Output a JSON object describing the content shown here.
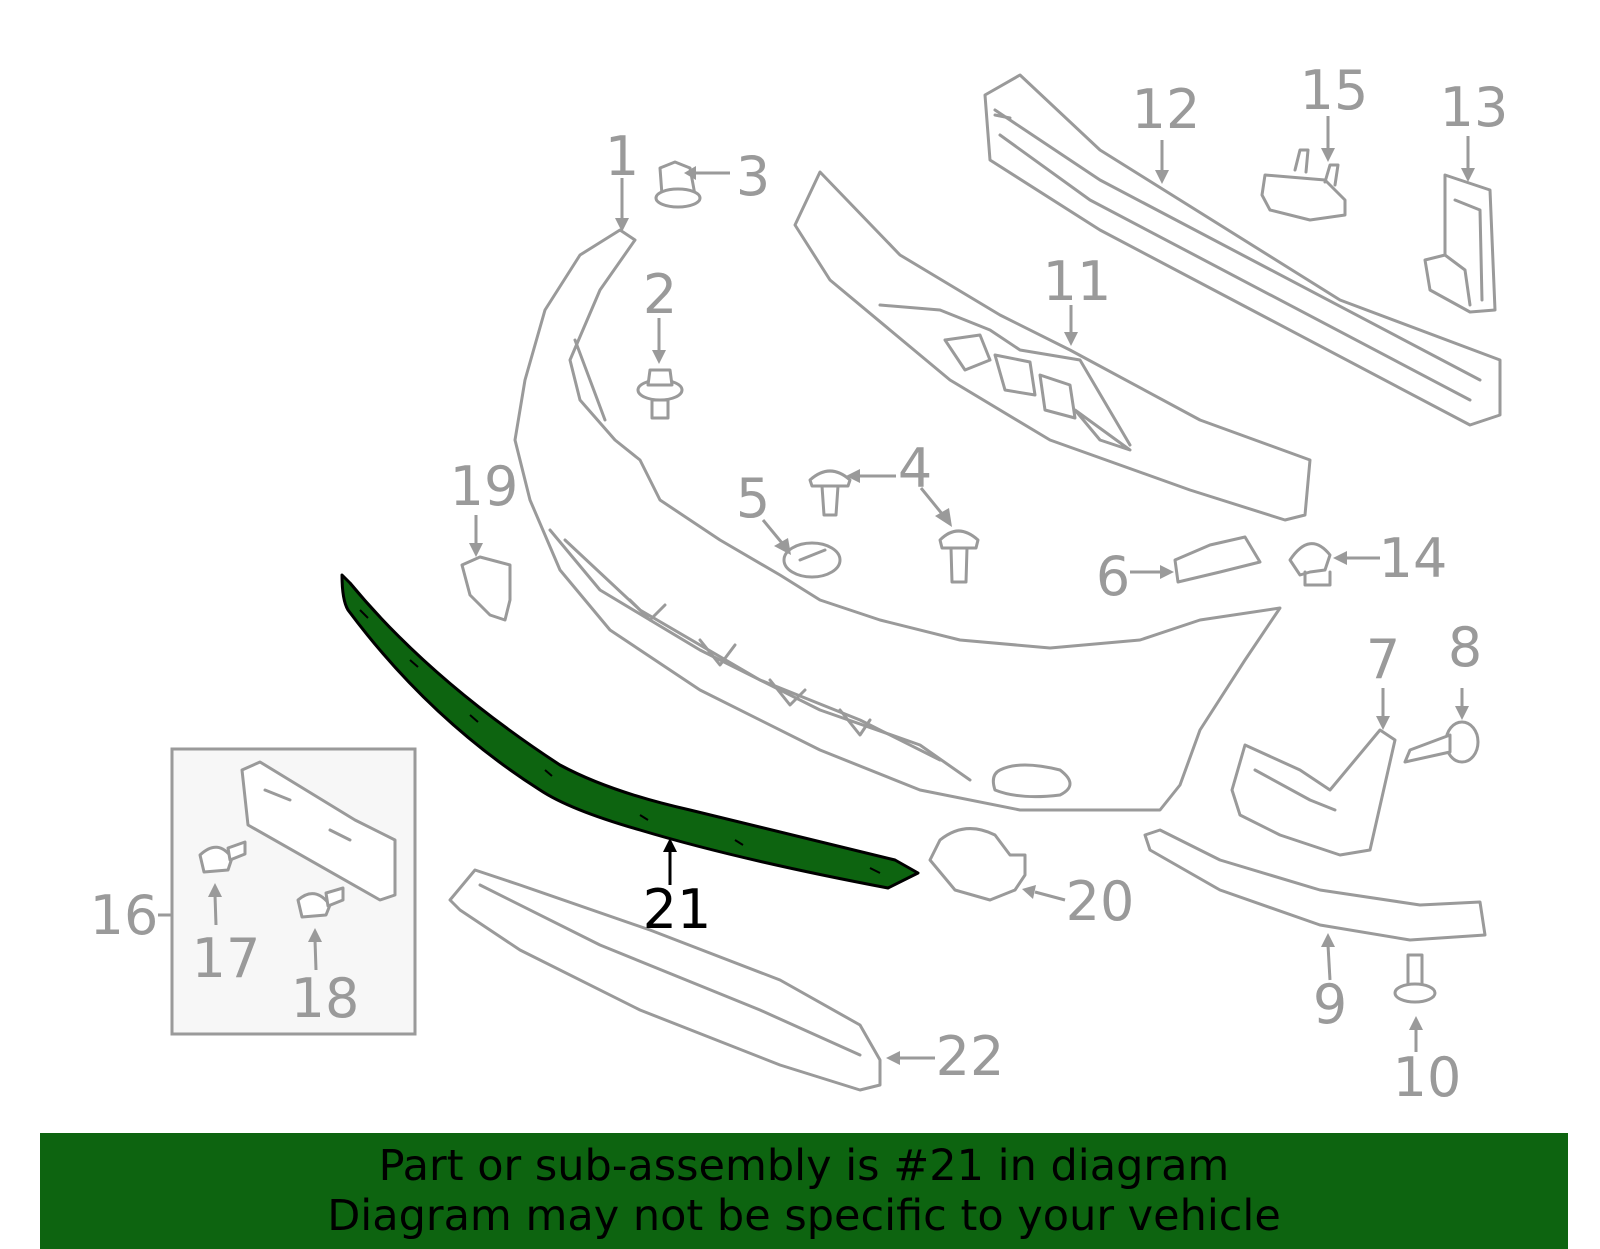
{
  "diagram": {
    "callouts": [
      {
        "id": "1",
        "label": "1"
      },
      {
        "id": "2",
        "label": "2"
      },
      {
        "id": "3",
        "label": "3"
      },
      {
        "id": "4",
        "label": "4"
      },
      {
        "id": "5",
        "label": "5"
      },
      {
        "id": "6",
        "label": "6"
      },
      {
        "id": "7",
        "label": "7"
      },
      {
        "id": "8",
        "label": "8"
      },
      {
        "id": "9",
        "label": "9"
      },
      {
        "id": "10",
        "label": "10"
      },
      {
        "id": "11",
        "label": "11"
      },
      {
        "id": "12",
        "label": "12"
      },
      {
        "id": "13",
        "label": "13"
      },
      {
        "id": "14",
        "label": "14"
      },
      {
        "id": "15",
        "label": "15"
      },
      {
        "id": "16",
        "label": "16"
      },
      {
        "id": "17",
        "label": "17"
      },
      {
        "id": "18",
        "label": "18"
      },
      {
        "id": "19",
        "label": "19"
      },
      {
        "id": "20",
        "label": "20"
      },
      {
        "id": "21",
        "label": "21"
      },
      {
        "id": "22",
        "label": "22"
      }
    ],
    "highlighted_part": "21",
    "colors": {
      "outline": "#9a9a9a",
      "highlight_fill": "#0d6410",
      "highlight_label": "#000000",
      "banner_bg": "#0d6410"
    }
  },
  "banner": {
    "line1": "Part or sub-assembly is #21 in diagram",
    "line2": "Diagram may not be specific to your vehicle"
  }
}
